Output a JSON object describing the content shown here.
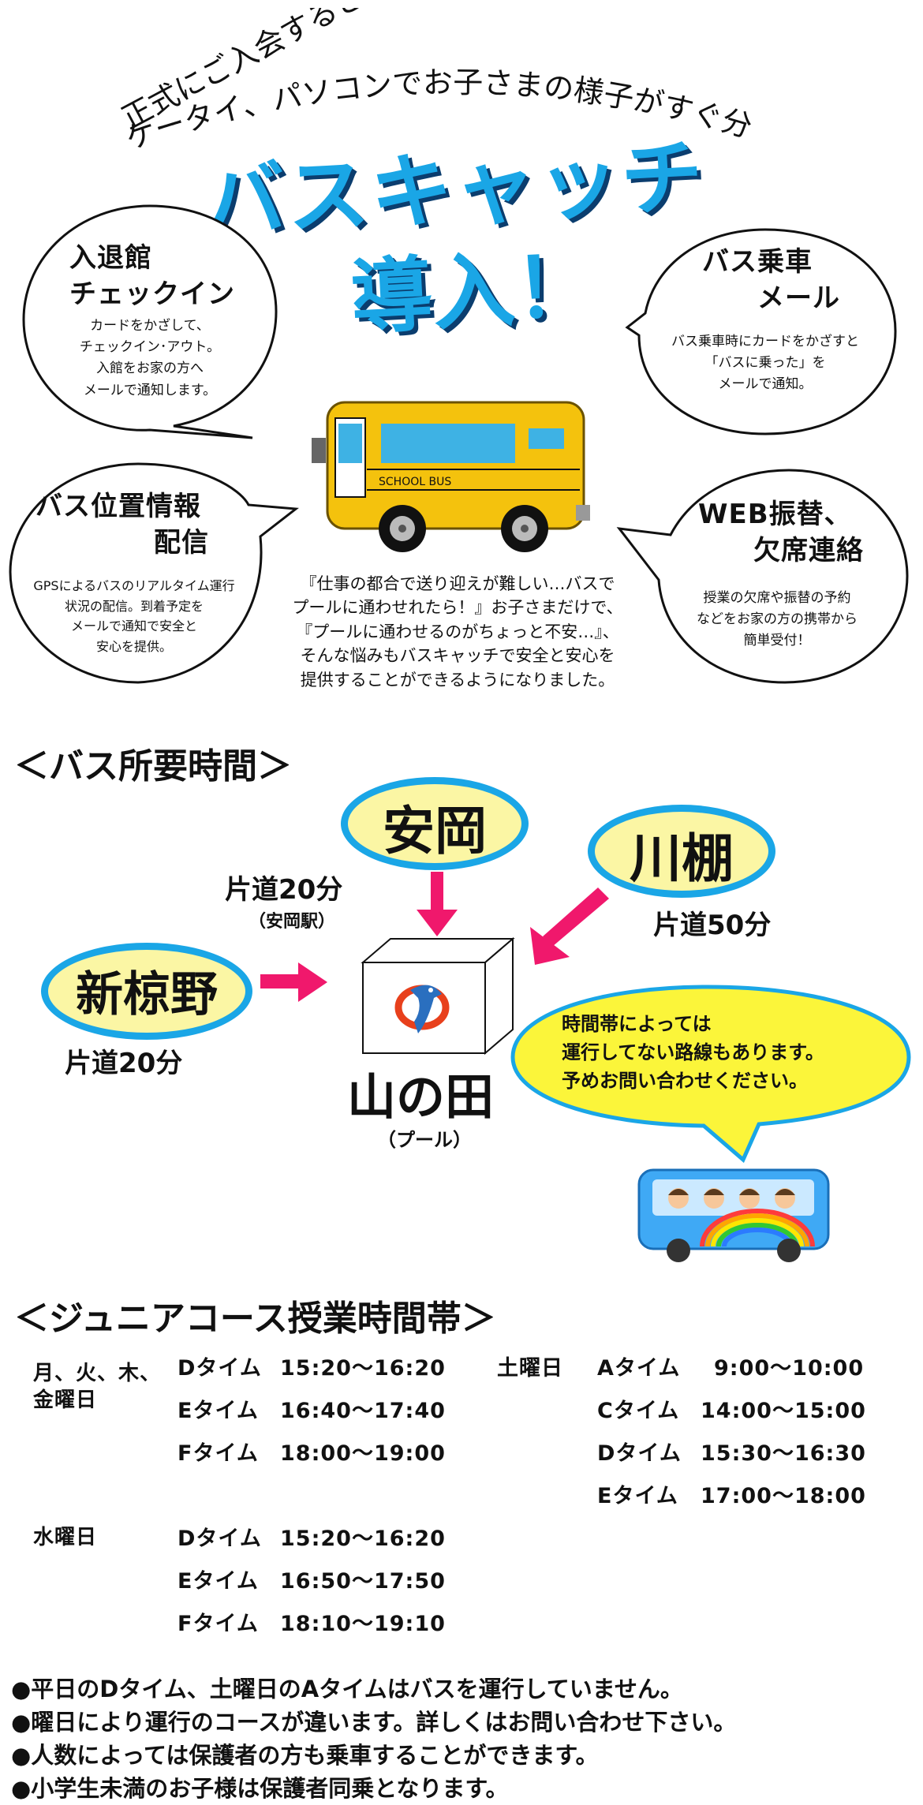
{
  "header": {
    "arc_line1": "正式にご入会すると",
    "arc_line2": "ケータイ、パソコンでお子さまの様子がすぐ分かる！",
    "title_line1": "バスキャッチ",
    "title_line2": "導入！"
  },
  "bubbles": {
    "checkin": {
      "title_line1": "入退館",
      "title_line2": "チェックイン",
      "body": [
        "カードをかざして、",
        "チェックイン･アウト。",
        "入館をお家の方へ",
        "メールで通知します。"
      ]
    },
    "bus_mail": {
      "title_line1": "バス乗車",
      "title_line2": "メール",
      "body": [
        "バス乗車時にカードをかざすと",
        "「バスに乗った」を",
        "メールで通知。"
      ]
    },
    "gps": {
      "title_line1": "バス位置情報",
      "title_line2": "配信",
      "body": [
        "GPSによるバスのリアルタイム運行",
        "状況の配信。到着予定を",
        "メールで通知で安全と",
        "安心を提供。"
      ]
    },
    "web": {
      "title_line1": "WEB振替、",
      "title_line2": "欠席連絡",
      "body": [
        "授業の欠席や振替の予約",
        "などをお家の方の携帯から",
        "簡単受付！"
      ]
    }
  },
  "school_bus_label": "SCHOOL BUS",
  "center_text": [
    "『仕事の都合で送り迎えが難しい…バスで",
    "プールに通わせれたら！』お子さまだけで、",
    "『プールに通わせるのがちょっと不安…』、",
    "そんな悩みもバスキャッチで安全と安心を",
    "提供することができるようになりました。"
  ],
  "bus_time": {
    "heading": "＜バス所要時間＞",
    "yasuoka": {
      "name": "安岡",
      "time": "片道20分",
      "note": "（安岡駅）"
    },
    "kawatana": {
      "name": "川棚",
      "time": "片道50分"
    },
    "shinmukuno": {
      "name": "新椋野",
      "time": "片道20分"
    },
    "destination": {
      "name": "山の田",
      "note": "（プール）"
    },
    "speech": [
      "時間帯によっては",
      "運行してない路線もあります。",
      "予めお問い合わせください。"
    ]
  },
  "junior": {
    "heading": "＜ジュニアコース授業時間帯＞",
    "weekday_label_line1": "月、火、木、",
    "weekday_label_line2": "金曜日",
    "weekday": [
      {
        "slot": "Dタイム",
        "time": "15:20～16:20"
      },
      {
        "slot": "Eタイム",
        "time": "16:40～17:40"
      },
      {
        "slot": "Fタイム",
        "time": "18:00～19:00"
      }
    ],
    "saturday_label": "土曜日",
    "saturday": [
      {
        "slot": "Aタイム",
        "time": "9:00～10:00"
      },
      {
        "slot": "Cタイム",
        "time": "14:00～15:00"
      },
      {
        "slot": "Dタイム",
        "time": "15:30～16:30"
      },
      {
        "slot": "Eタイム",
        "time": "17:00～18:00"
      }
    ],
    "wednesday_label": "水曜日",
    "wednesday": [
      {
        "slot": "Dタイム",
        "time": "15:20～16:20"
      },
      {
        "slot": "Eタイム",
        "time": "16:50～17:50"
      },
      {
        "slot": "Fタイム",
        "time": "18:10～19:10"
      }
    ]
  },
  "notes": [
    "●平日のDタイム、土曜日のAタイムはバスを運行していません。",
    "●曜日により運行のコースが違います。詳しくはお問い合わせ下さい。",
    "●人数によっては保護者の方も乗車することができます。",
    "●小学生未満のお子様は保護者同乗となります。"
  ],
  "colors": {
    "accent_blue": "#1aa6e6",
    "oval_yellow": "#fbf6a4",
    "arrow_pink": "#f0186c",
    "bus_yellow": "#f4c20d",
    "speech_yellow": "#fbf53a"
  }
}
